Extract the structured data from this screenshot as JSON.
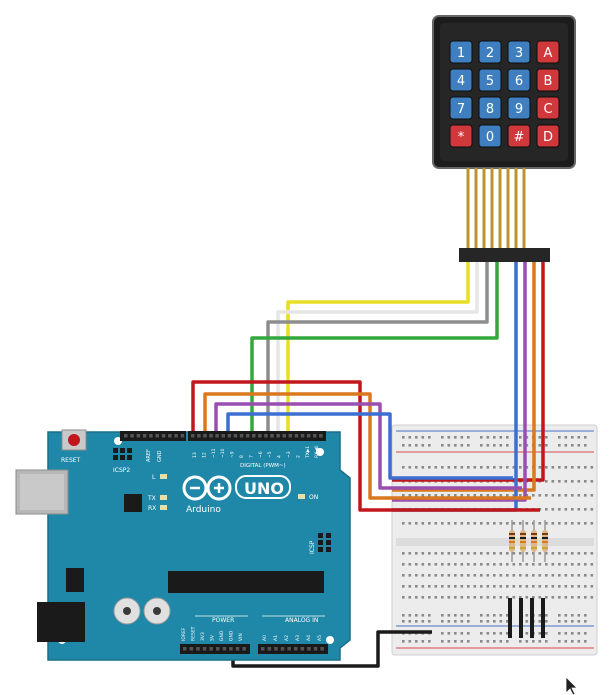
{
  "keypad": {
    "keys": [
      [
        "1",
        "2",
        "3",
        "A"
      ],
      [
        "4",
        "5",
        "6",
        "B"
      ],
      [
        "7",
        "8",
        "9",
        "C"
      ],
      [
        "*",
        "0",
        "#",
        "D"
      ]
    ],
    "colors": {
      "number": "#3f7fc0",
      "letter": "#d0383c",
      "body": "#1c1c1c"
    }
  },
  "arduino": {
    "reset_label": "RESET",
    "icsp2_label": "ICSP2",
    "aref_label": "AREF",
    "gnd_label": "GND",
    "l_label": "L",
    "tx_label": "TX",
    "rx_label": "RX",
    "uno_label": "UNO",
    "brand_label": "Arduino",
    "on_label": "ON",
    "icsp_label": "ICSP",
    "digital_label": "DIGITAL (PWM~)",
    "power_label": "POWER",
    "analog_label": "ANALOG IN",
    "power_pins": [
      "IOREF",
      "RESET",
      "3V3",
      "5V",
      "GND",
      "GND",
      "VIN"
    ],
    "analog_pins": [
      "A0",
      "A1",
      "A2",
      "A3",
      "A4",
      "A5"
    ],
    "digital_pins": [
      "13",
      "12",
      "~11",
      "~10",
      "~9",
      "8",
      "7",
      "~6",
      "~5",
      "4",
      "~3",
      "2",
      "TX▶1",
      "RX◀0"
    ],
    "board_color": "#1f88a8"
  },
  "wires": {
    "colors": {
      "red": "#c0161c",
      "orange": "#d9781e",
      "purple": "#9a4fb0",
      "blue": "#3b6fd1",
      "green": "#33a83b",
      "gray": "#8d8d8d",
      "white": "#e6e6e6",
      "yellow": "#e8df25",
      "black": "#1a1a1a",
      "ribbon": "#b8962e"
    }
  }
}
